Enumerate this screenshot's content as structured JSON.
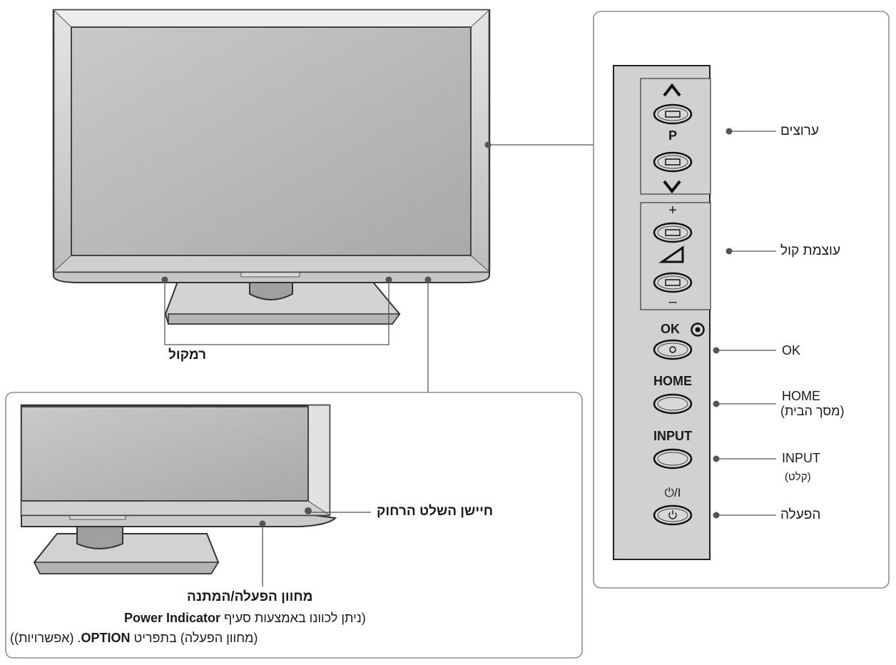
{
  "labels": {
    "speakers": "רמקול",
    "channels": "ערוצים",
    "volume": "עוצמת קול",
    "ok": "OK",
    "home": "HOME",
    "home_sub": "(מסך הבית)",
    "input": "INPUT",
    "input_sub": "(קלט)",
    "power": "הפעלה",
    "remote_sensor": "חיישן השלט הרחוק",
    "power_indicator_title": "מחוון הפעלה/המתנה",
    "note_line1_a": "(ניתן לכוונו באמצעות סעיף ",
    "note_line1_b": "Power Indicator",
    "note_line2_a": "(מחוון הפעלה) בתפריט ",
    "note_line2_b": "OPTION",
    "note_line2_c": ". (אפשרויות))"
  },
  "panel_buttons": {
    "channel_up": "^",
    "channel_letter": "P",
    "channel_down": "v",
    "vol_plus": "+",
    "vol_minus": "–",
    "ok_label": "OK",
    "home_label": "HOME",
    "input_label": "INPUT",
    "power_label": "⏻/I"
  }
}
